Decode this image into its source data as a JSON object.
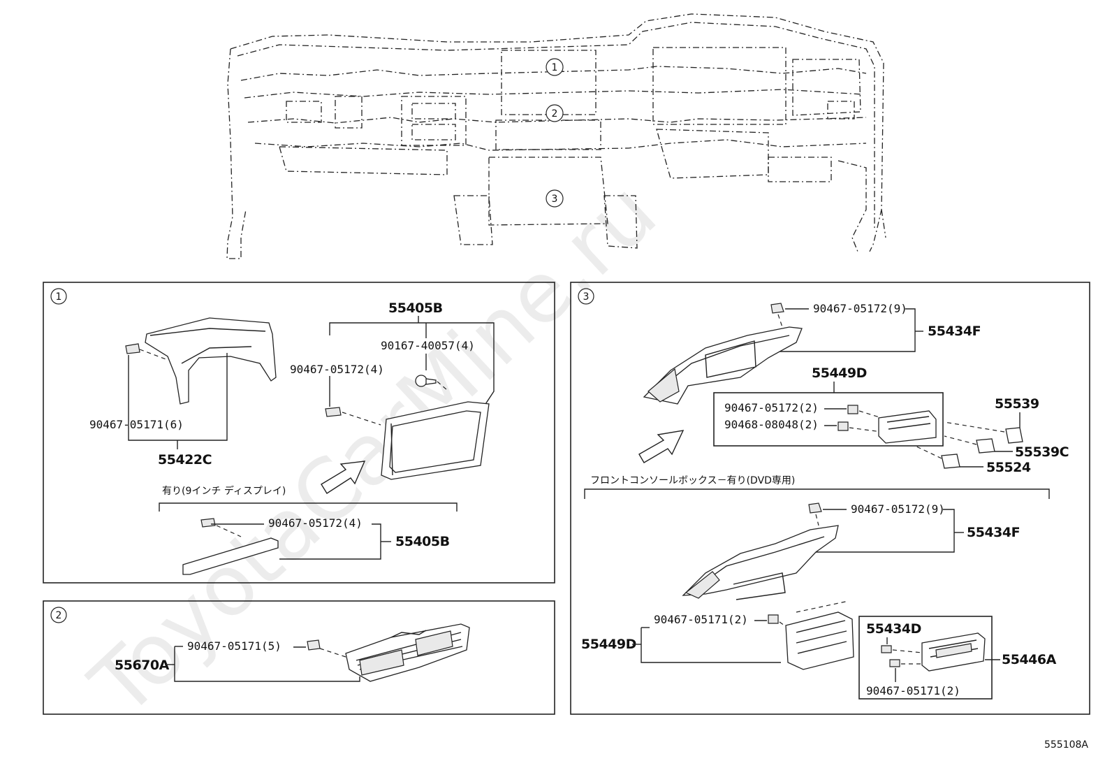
{
  "diagram_code": "555108A",
  "watermark": "ToyotaCarMine.ru",
  "overview": {
    "callouts": [
      "1",
      "2",
      "3"
    ]
  },
  "section1": {
    "number": "1",
    "labels": {
      "assy_55405B_top": "55405B",
      "screw_90167": "90167-40057(4)",
      "clip_90467_05172_4": "90467-05172(4)",
      "clip_90467_05171_6": "90467-05171(6)",
      "part_55422C": "55422C",
      "option_text": "有り(9インチ ディスプレイ)",
      "clip_90467_05172_4b": "90467-05172(4)",
      "assy_55405B_bottom": "55405B"
    }
  },
  "section2": {
    "number": "2",
    "labels": {
      "clip_90467_05171_5": "90467-05171(5)",
      "part_55670A": "55670A"
    }
  },
  "section3": {
    "number": "3",
    "labels": {
      "clip_90467_05172_9a": "90467-05172(9)",
      "part_55434F_a": "55434F",
      "part_55449D_a": "55449D",
      "clip_90467_05172_2": "90467-05172(2)",
      "clip_90468_08048_2": "90468-08048(2)",
      "part_55539": "55539",
      "part_55539C": "55539C",
      "part_55524": "55524",
      "option_text": "フロントコンソールボックス－有り(DVD専用)",
      "clip_90467_05172_9b": "90467-05172(9)",
      "part_55434F_b": "55434F",
      "clip_90467_05171_2a": "90467-05171(2)",
      "part_55449D_b": "55449D",
      "part_55434D": "55434D",
      "part_55446A": "55446A",
      "clip_90467_05171_2b": "90467-05171(2)"
    }
  }
}
